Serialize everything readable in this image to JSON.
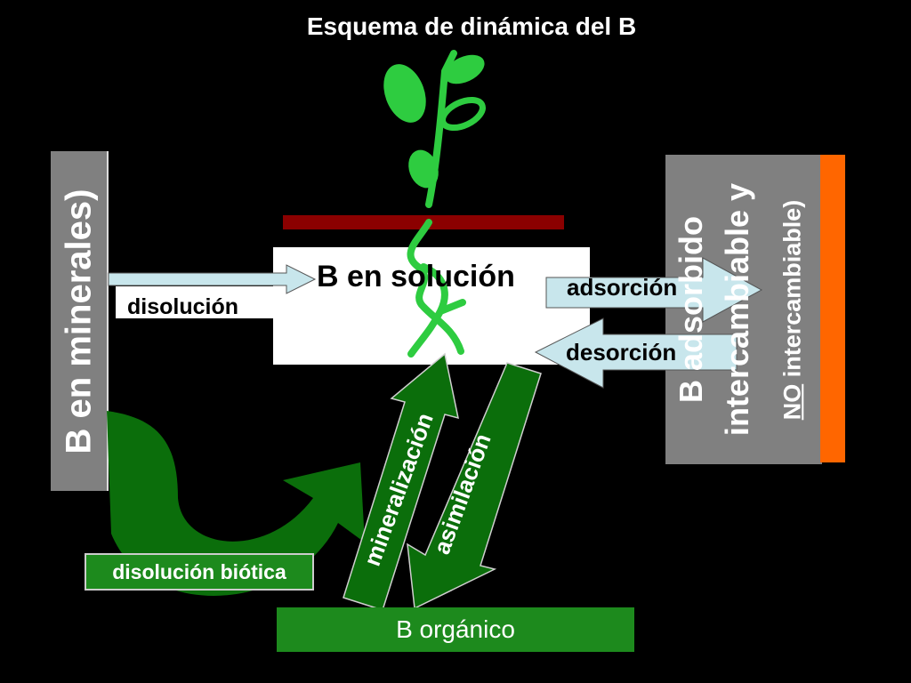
{
  "title": "Esquema de dinámica del B",
  "minerals": {
    "label": "B en minerales)"
  },
  "solution": {
    "label": "B en solución"
  },
  "processes": {
    "disolucion": "disolución",
    "adsorcion": "adsorción",
    "desorcion": "desorción",
    "disolucion_biotica": "disolución biótica",
    "mineralizacion": "mineralización",
    "asimilacion": "asimilación"
  },
  "adsorbed": {
    "line1": "B adsorbido",
    "line2": "intercambiable y",
    "line3_underlined": "NO",
    "line3_rest": " intercambiable)"
  },
  "organic": {
    "label": "B orgánico"
  },
  "colors": {
    "background": "#000000",
    "box_gray": "#808080",
    "green": "#1d8a1d",
    "arrow_green": "#0b6e0b",
    "light_blue": "#c8e6ec",
    "orange": "#ff6600",
    "soil_line": "#8b0000",
    "plant_green": "#2ecc40"
  }
}
